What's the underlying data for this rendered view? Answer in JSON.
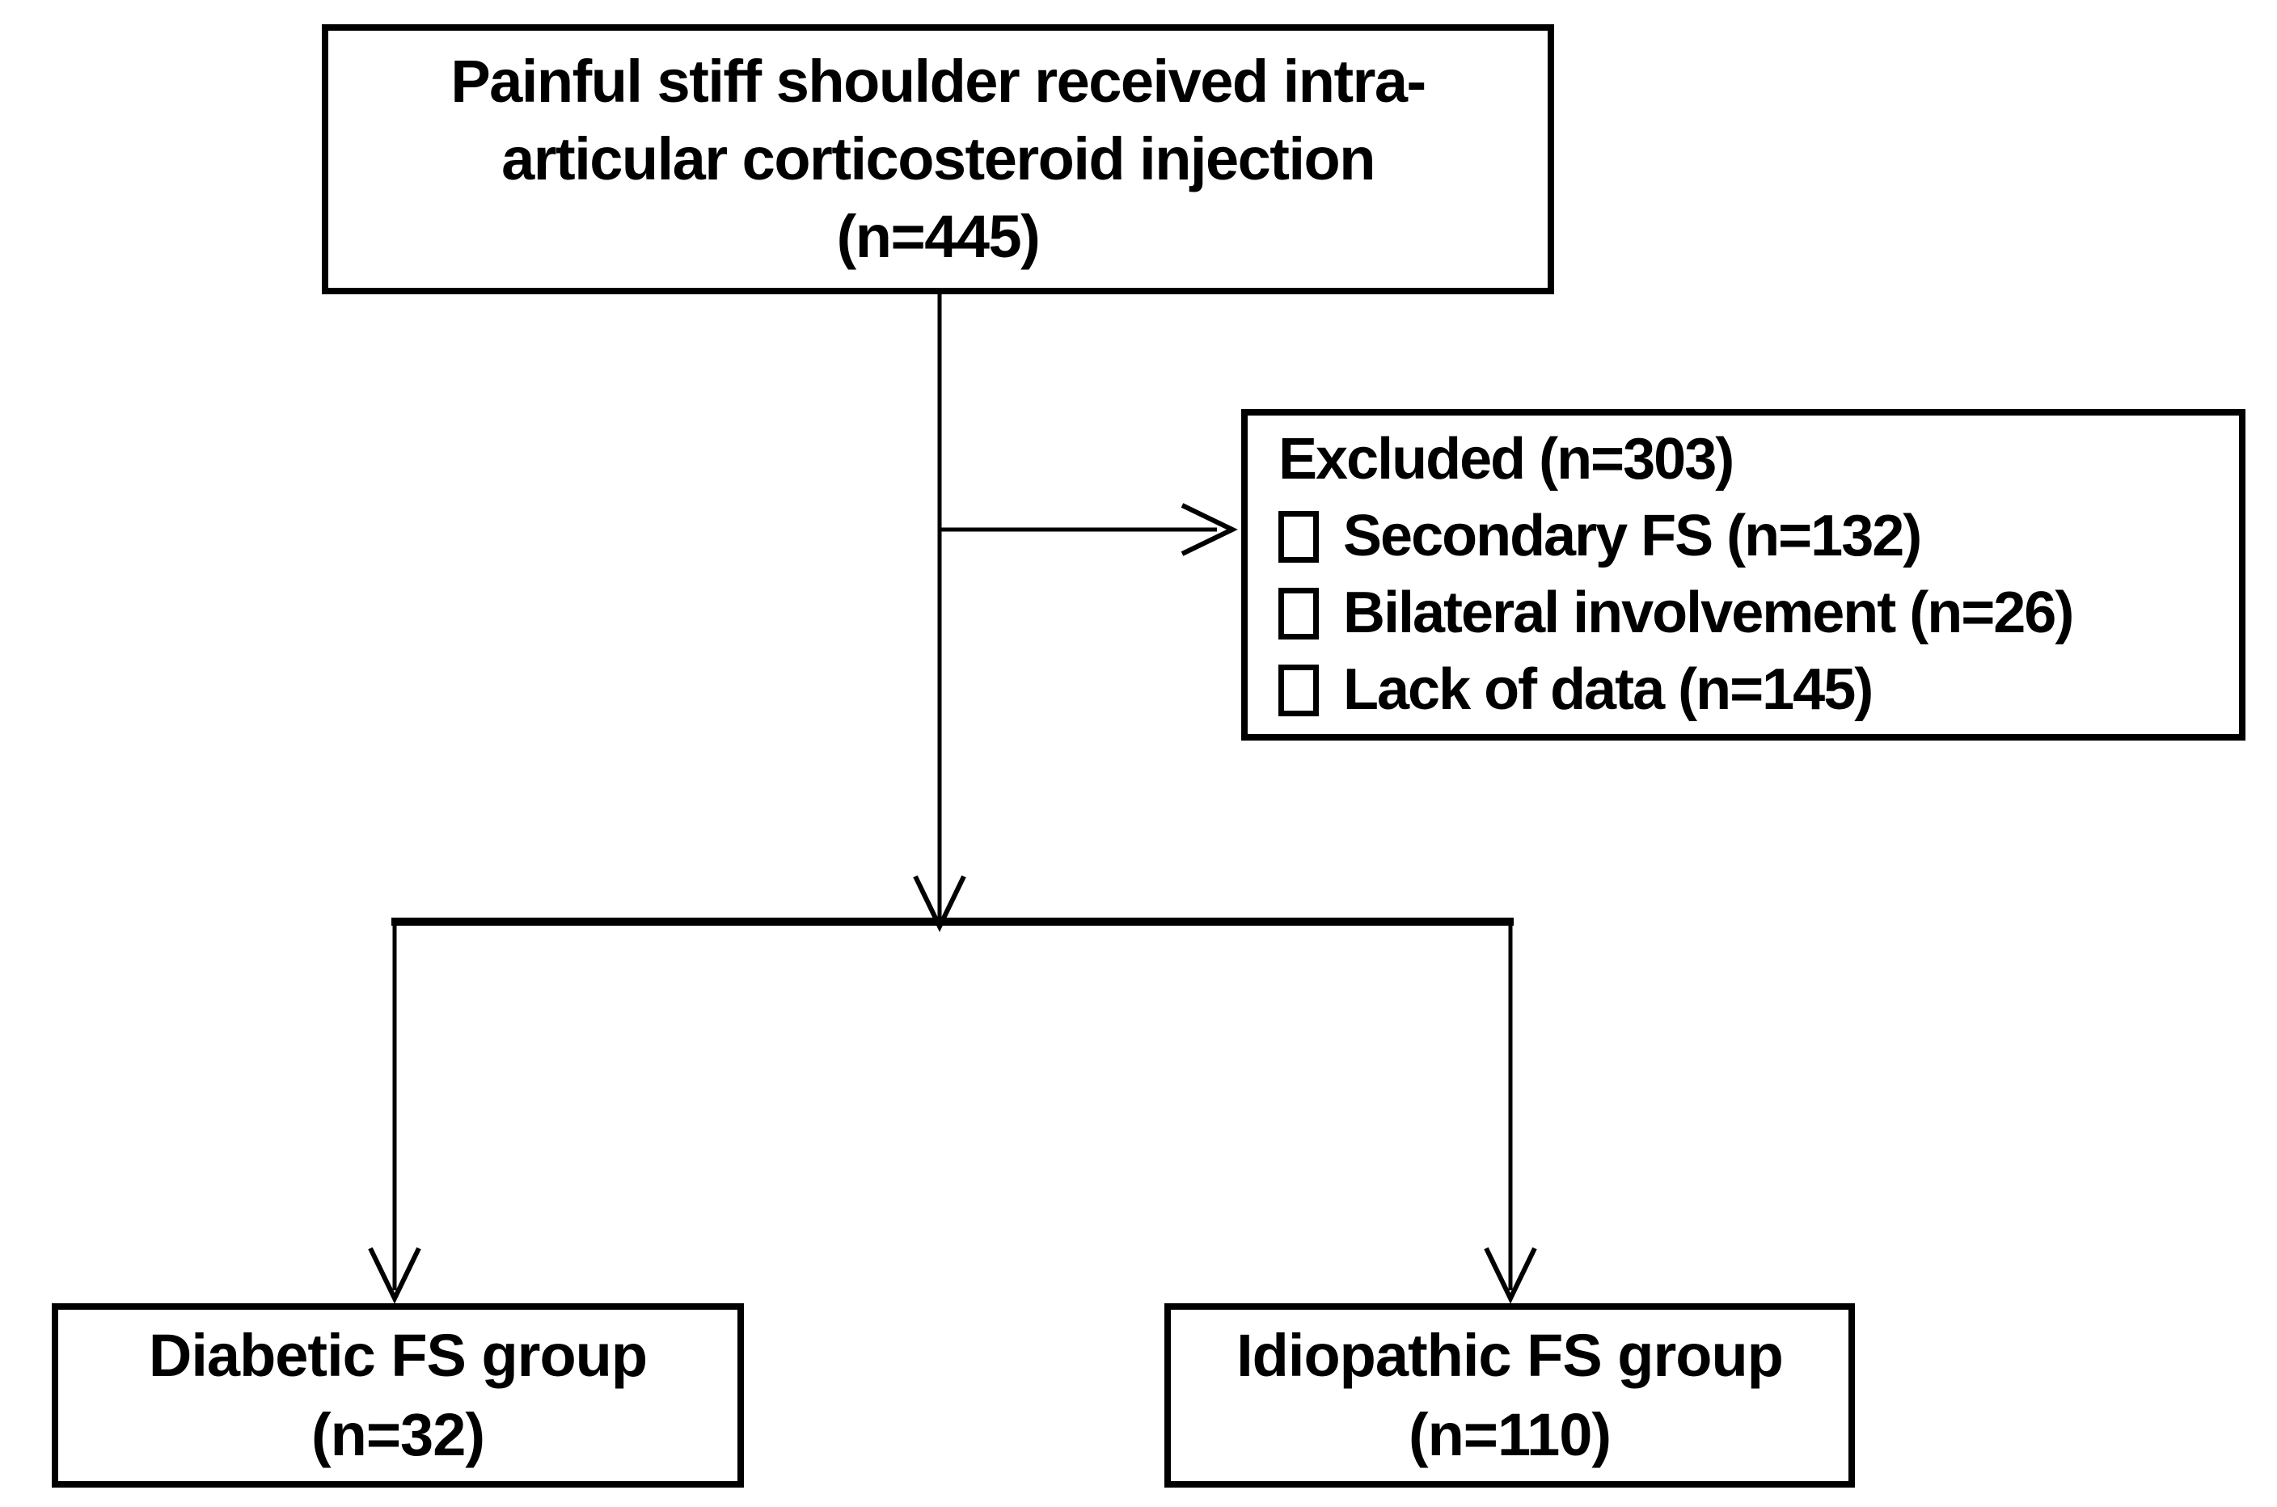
{
  "colors": {
    "background": "#ffffff",
    "box_fill": "#ffffff",
    "box_border": "#000000",
    "text": "#000000",
    "connector_line": "#000000"
  },
  "flowchart": {
    "source_box": {
      "line1": "Painful stiff shoulder received intra-",
      "line2": "articular corticosteroid injection",
      "line3": "(n=445)"
    },
    "excluded_box": {
      "title": "Excluded (n=303)",
      "items": [
        "Secondary FS (n=132)",
        "Bilateral involvement (n=26)",
        "Lack of data (n=145)"
      ],
      "bullet_icon": "empty-checkbox"
    },
    "diabetic_box": {
      "line1": "Diabetic FS group",
      "line2": "(n=32)"
    },
    "idiopathic_box": {
      "line1": "Idiopathic FS group",
      "line2": "(n=110)"
    }
  }
}
